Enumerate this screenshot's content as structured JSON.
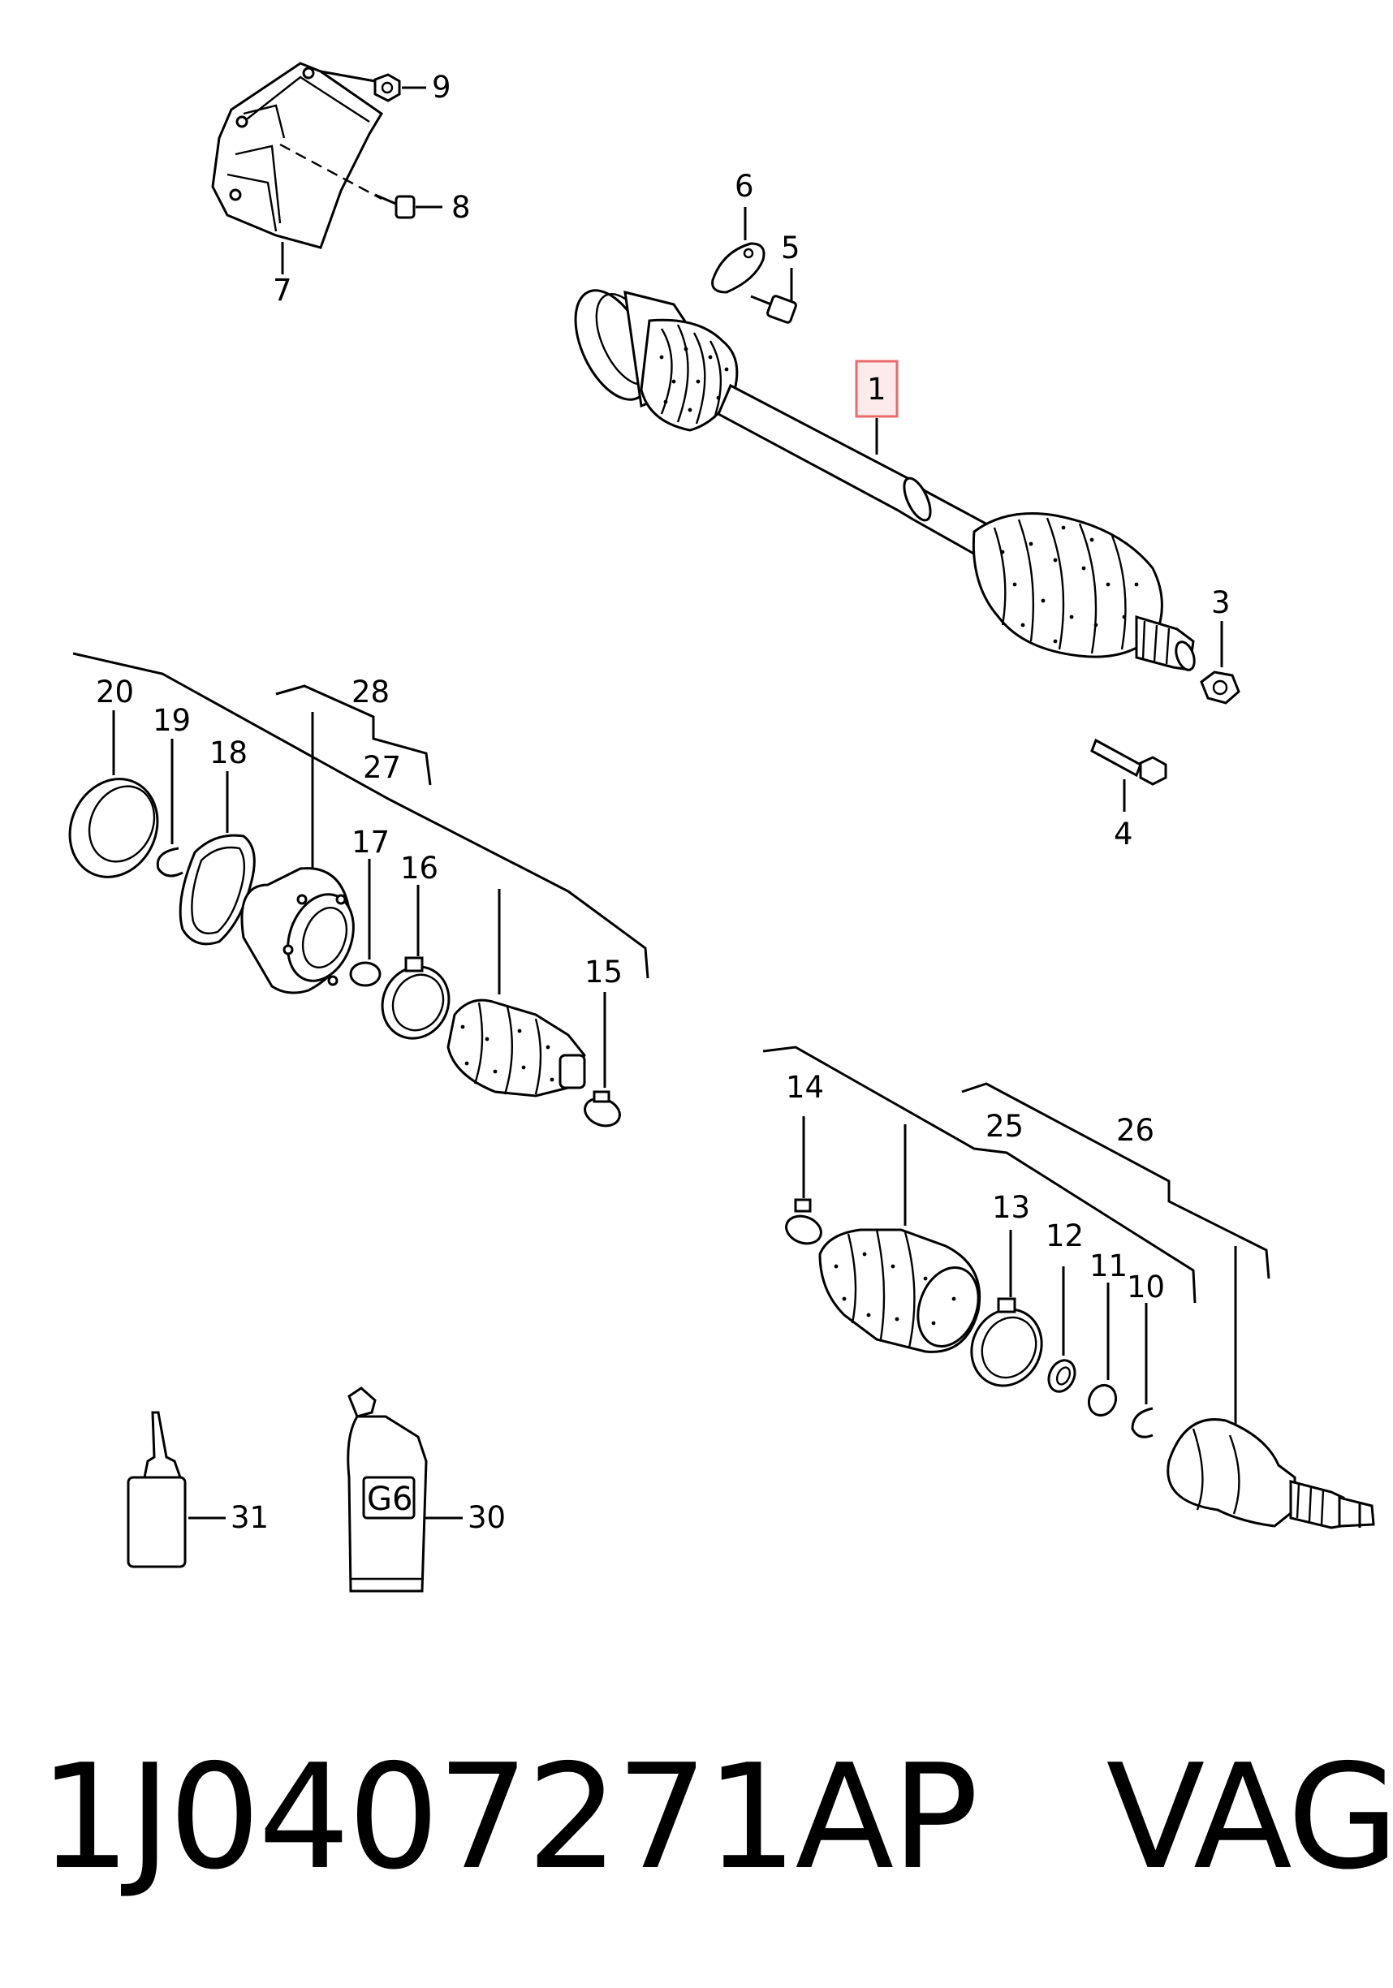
{
  "callouts": {
    "c1": "1",
    "c3": "3",
    "c4": "4",
    "c5": "5",
    "c6": "6",
    "c7": "7",
    "c8": "8",
    "c9": "9",
    "c10": "10",
    "c11": "11",
    "c12": "12",
    "c13": "13",
    "c14": "14",
    "c15": "15",
    "c16": "16",
    "c17": "17",
    "c18": "18",
    "c19": "19",
    "c20": "20",
    "c25": "25",
    "c26": "26",
    "c27": "27",
    "c28": "28",
    "c30": "30",
    "c31": "31"
  },
  "tube_label": "G6",
  "highlight_color": "#e86a6a",
  "caption": {
    "part_number": "1J0407271AP",
    "brand": "VAG"
  }
}
